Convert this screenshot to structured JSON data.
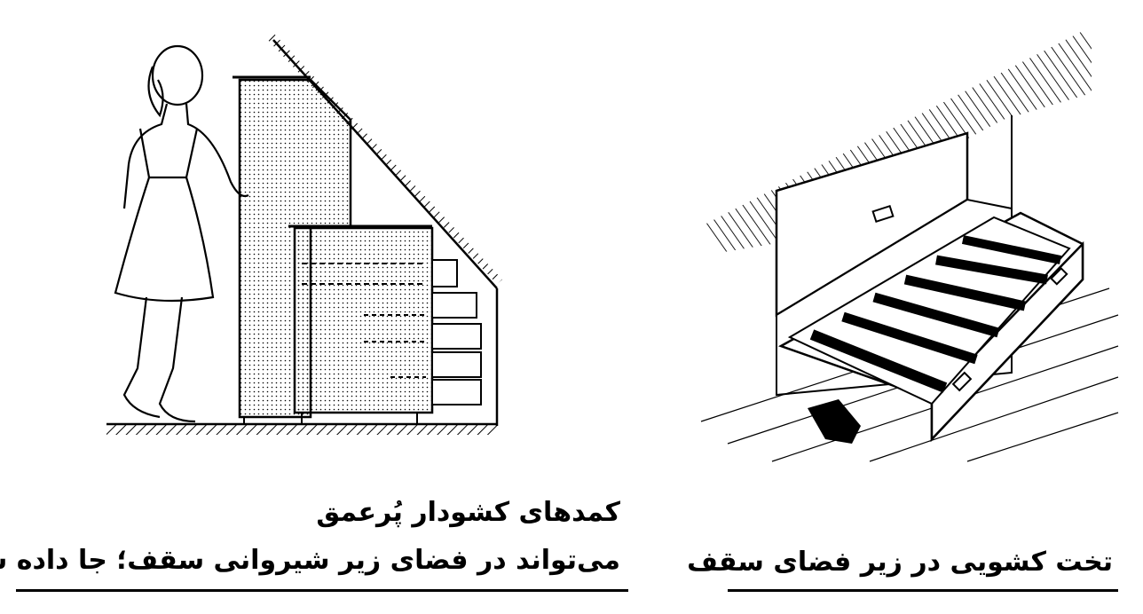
{
  "left_figure": {
    "caption_line1": "کمدهای کشودار پُرعمق",
    "caption_line2": "می‌تواند در فضای زیر شیروانی سقف؛ جا داده شود"
  },
  "right_figure": {
    "caption": "تخت کشویی در زیر فضای سقف"
  }
}
